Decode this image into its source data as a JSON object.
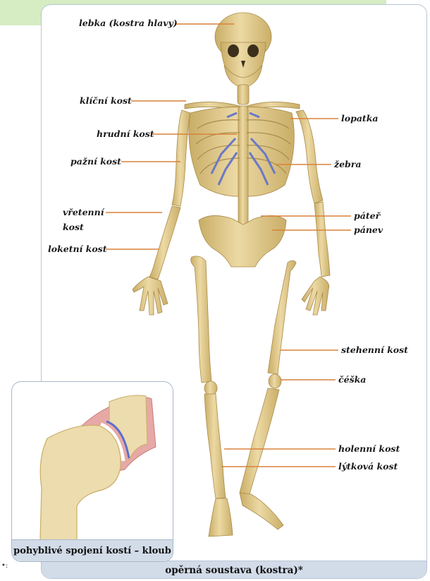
{
  "labels": {
    "skull": "lebka (kostra hlavy)",
    "clavicle": "klíční kost",
    "sternum": "hrudní kost",
    "humerus": "pažní kost",
    "radius_1": "vřetenní",
    "radius_2": "kost",
    "ulna": "loketní kost",
    "scapula": "lopatka",
    "ribs": "žebra",
    "spine": "páteř",
    "pelvis": "pánev",
    "femur": "stehenní kost",
    "patella": "čéška",
    "tibia": "holenní kost",
    "fibula": "lýtková kost"
  },
  "inset_caption": "pohyblivé spojení kostí – kloub",
  "caption": "opěrná soustava (kostra)*",
  "colors": {
    "bone": "#e7d29a",
    "bone_shade": "#c9ad66",
    "cartilage": "#6a78c8",
    "leader": "#d9823a",
    "frame_bar": "#d2dbe8",
    "top_tab": "#d6ecc3"
  }
}
